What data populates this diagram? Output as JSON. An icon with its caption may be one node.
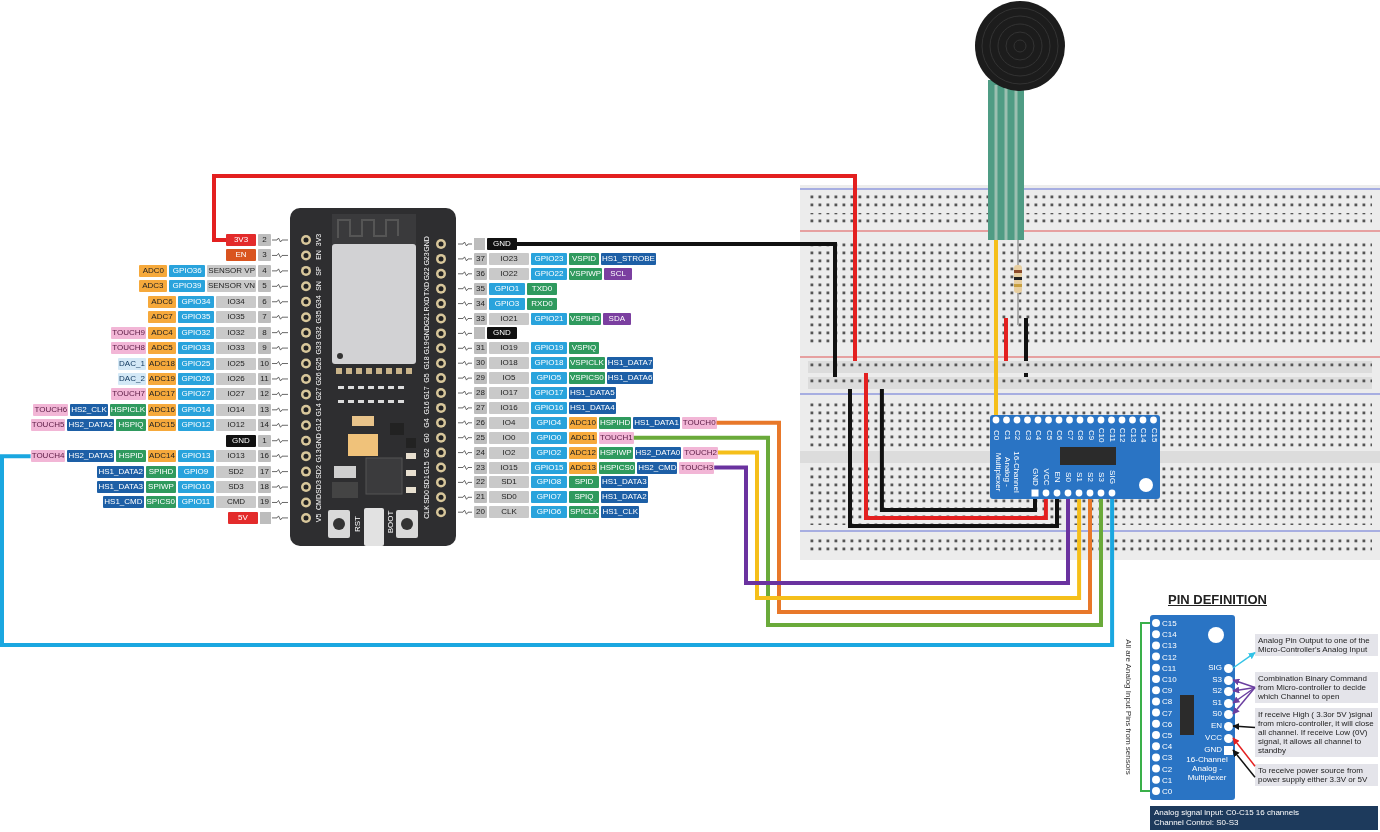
{
  "diagram": {
    "title": "PIN DEFINITION",
    "nodes": [
      {
        "text": [
          "3V3",
          "EN",
          "SP",
          "SN",
          "G34",
          "G35",
          "G32",
          "G33",
          "G25",
          "G26",
          "G27",
          "G14",
          "G12",
          "GND",
          "G13",
          "SD2",
          "SD3",
          "CMD",
          "V5",
          "GND",
          "G23",
          "G22",
          "TXD",
          "RXD",
          "G21",
          "GND",
          "G19",
          "G18",
          "G5",
          "G17",
          "G16",
          "G4",
          "G0",
          "G2",
          "G15",
          "SD1",
          "SD0",
          "CLK",
          "RST",
          "BOOT"
        ]
      },
      {
        "text": [
          "3V3"
        ]
      },
      {
        "text": [
          "GND"
        ]
      },
      {
        "text": [
          "TOUCH0"
        ]
      },
      {
        "text": [
          "TOUCH1"
        ]
      },
      {
        "text": [
          "TOUCH2"
        ]
      },
      {
        "text": [
          "TOUCH3"
        ]
      },
      {
        "text": [
          "TOUCH4"
        ]
      },
      {
        "text": [],
        "shape": "picture"
      },
      {
        "text": [
          "C0",
          "C1",
          "C2",
          "C3",
          "C4",
          "C5",
          "C6",
          "C7",
          "C8",
          "C9",
          "C10",
          "C11",
          "C12",
          "C13",
          "C14",
          "C15",
          "GND",
          "VCC",
          "EN",
          "S0",
          "S1",
          "S2",
          "S3",
          "SIG",
          "16-Channel Analog - Multiplexer"
        ],
        "in": 8
      },
      {
        "text": [],
        "shape": "picture"
      },
      {
        "text": [
          "C15",
          "C14",
          "C13",
          "C12",
          "C11",
          "C10",
          "C9",
          "C8",
          "C7",
          "C6",
          "C5",
          "C4",
          "C3",
          "C2",
          "C1",
          "C0",
          "16-Channel Analog - Multiplexer"
        ]
      },
      {
        "text": [
          "SIG"
        ],
        "in": 11
      },
      {
        "text": [
          "S3"
        ],
        "in": 11
      },
      {
        "text": [
          "S2"
        ],
        "in": 11
      },
      {
        "text": [
          "S1"
        ],
        "in": 11
      },
      {
        "text": [
          "S0"
        ],
        "in": 11
      },
      {
        "text": [
          "EN"
        ],
        "in": 11
      },
      {
        "text": [
          "VCC"
        ],
        "in": 11
      },
      {
        "text": [
          "GND"
        ],
        "in": 11
      },
      {
        "text": [
          "Analog Pin Output to one of the Micro-Controller's Analog Input"
        ]
      },
      {
        "text": [
          "Combination Binary Command from Micro-controller to decide which Channel to open"
        ]
      },
      {
        "text": [
          "If receive High ( 3.3or 5V )signal from micro-controller, it will close all channel. If receive Low (0V) signal, it allows all channel to standby"
        ]
      },
      {
        "text": [
          "To receive power source from power supply either 3.3V or 5V"
        ]
      },
      {
        "text": [
          "Analog signal input: C0-C15 16 channels",
          "Channel Control: S0-S3"
        ]
      },
      {
        "text": [],
        "shape": "bar",
        "in": 8
      },
      {
        "text": [],
        "shape": "bar",
        "in": 8
      }
    ],
    "edges": [
      {
        "from": 1,
        "to": 25,
        "arrow": "none",
        "color": "#e32020"
      },
      {
        "from": 2,
        "to": 26,
        "arrow": "none",
        "color": "#111111"
      },
      {
        "from": 3,
        "to": 9,
        "arrow": "none",
        "color": "#e8782a"
      },
      {
        "from": 4,
        "to": 9,
        "arrow": "none",
        "color": "#6aaa3a"
      },
      {
        "from": 5,
        "to": 9,
        "arrow": "none",
        "color": "#f5bf1a"
      },
      {
        "from": 6,
        "to": 9,
        "arrow": "none",
        "color": "#6a329f"
      },
      {
        "from": 7,
        "to": 9,
        "arrow": "none",
        "color": "#1aa7e0"
      },
      {
        "from": 26,
        "to": 9,
        "arrow": "none",
        "color": "#111111"
      },
      {
        "from": 25,
        "to": 9,
        "arrow": "none",
        "color": "#e32020"
      },
      {
        "from": 26,
        "to": 9,
        "arrow": "none",
        "color": "#111111"
      },
      {
        "from": 10,
        "to": 9,
        "arrow": "none",
        "color": "#f5bf1a"
      },
      {
        "from": 12,
        "to": 20,
        "arrow": "to",
        "color": "#33c3e6"
      },
      {
        "from": 21,
        "to": 13,
        "arrow": "to",
        "color": "#6b3fa0"
      },
      {
        "from": 21,
        "to": 14,
        "arrow": "to",
        "color": "#6b3fa0"
      },
      {
        "from": 21,
        "to": 15,
        "arrow": "to",
        "color": "#6b3fa0"
      },
      {
        "from": 21,
        "to": 16,
        "arrow": "to",
        "color": "#6b3fa0"
      },
      {
        "from": 22,
        "to": 17,
        "arrow": "to",
        "color": "#111111"
      },
      {
        "from": 23,
        "to": 18,
        "arrow": "to",
        "color": "#e32020"
      },
      {
        "from": 23,
        "to": 19,
        "arrow": "to",
        "color": "#111111"
      }
    ],
    "labels": [
      "2",
      "EN",
      "3",
      "ADC0",
      "GPIO36",
      "SENSOR VP",
      "4",
      "ADC3",
      "GPIO39",
      "SENSOR VN",
      "5",
      "ADC6",
      "GPIO34",
      "IO34",
      "6",
      "ADC7",
      "GPIO35",
      "IO35",
      "7",
      "TOUCH9",
      "ADC4",
      "GPIO32",
      "IO32",
      "8",
      "TOUCH8",
      "ADC5",
      "GPIO33",
      "IO33",
      "9",
      "DAC_1",
      "ADC18",
      "GPIO25",
      "IO25",
      "10",
      "DAC_2",
      "ADC19",
      "GPIO26",
      "IO26",
      "11",
      "TOUCH7",
      "ADC17",
      "GPIO27",
      "IO27",
      "12",
      "TOUCH6",
      "HS2_CLK",
      "HSPICLK",
      "ADC16",
      "GPIO14",
      "IO14",
      "13",
      "TOUCH5",
      "HS2_DATA2",
      "HSPIQ",
      "ADC15",
      "GPIO12",
      "IO12",
      "14",
      "GND",
      "1",
      "HS2_DATA3",
      "HSPID",
      "ADC14",
      "GPIO13",
      "IO13",
      "16",
      "HS1_DATA2",
      "SPIHD",
      "GPIO9",
      "SD2",
      "17",
      "HS1_DATA3",
      "SPIWP",
      "GPIO10",
      "SD3",
      "18",
      "HS1_CMD",
      "SPICS0",
      "GPIO11",
      "CMD",
      "19",
      "5V",
      "37",
      "IO23",
      "GPIO23",
      "VSPID",
      "HS1_STROBE",
      "36",
      "IO22",
      "GPIO22",
      "VSPIWP",
      "SCL",
      "35",
      "GPIO1",
      "TXD0",
      "34",
      "GPIO3",
      "RXD0",
      "33",
      "IO21",
      "GPIO21",
      "VSPIHD",
      "SDA",
      "GND",
      "31",
      "IO19",
      "GPIO19",
      "VSPIQ",
      "30",
      "IO18",
      "GPIO18",
      "VSPICLK",
      "HS1_DATA7",
      "29",
      "IO5",
      "GPIO5",
      "VSPICS0",
      "HS1_DATA6",
      "28",
      "IO17",
      "GPIO17",
      "HS1_DATA5",
      "27",
      "IO16",
      "GPIO16",
      "HS1_DATA4",
      "26",
      "IO4",
      "GPIO4",
      "ADC10",
      "HSPIHD",
      "HS1_DATA1",
      "25",
      "IO0",
      "GPIO0",
      "ADC11",
      "24",
      "IO2",
      "GPIO2",
      "ADC12",
      "HSPIWP",
      "HS2_DATA0",
      "23",
      "IO15",
      "GPIO15",
      "ADC13",
      "HSPICS0",
      "HS2_CMD",
      "22",
      "SD1",
      "GPIO8",
      "SPID",
      "HS1_DATA3",
      "21",
      "SD0",
      "GPIO7",
      "SPIQ",
      "HS1_DATA2",
      "20",
      "CLK",
      "GPIO6",
      "SPICLK",
      "HS1_CLK",
      "All are Analog Input Pins from sensors"
    ]
  }
}
